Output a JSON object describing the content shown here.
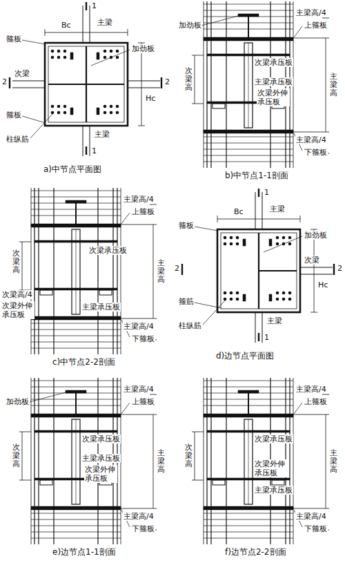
{
  "diagram": {
    "labels": [
      "1",
      "Bc",
      "主梁",
      "箍板",
      "加劲板",
      "次梁",
      "2",
      "2",
      "Hc",
      "箍板",
      "柱纵筋",
      "主梁",
      "1",
      "a)中节点平面图",
      "加劲板",
      "主梁高/4",
      "上箍板",
      "次梁高",
      "次梁承压板",
      "主梁高",
      "主梁承压板",
      "次梁外伸承压板",
      "主梁高/4",
      "下箍板",
      "b)中节点1-1剖面",
      "主梁高/4",
      "上箍板",
      "次梁高",
      "次梁承压板",
      "主梁高",
      "次梁高/4",
      "次梁外伸承压板",
      "主梁承压板",
      "主梁高/4",
      "下箍板",
      "c)中节点2-2剖面",
      "Bc",
      "1",
      "箍板",
      "主梁",
      "加劲板",
      "次梁",
      "Hc",
      "2",
      "2",
      "箍筋",
      "柱纵筋",
      "主梁",
      "1",
      "d)边节点平面图",
      "加劲板",
      "主梁高/4",
      "上箍板",
      "次梁高",
      "次梁承压板",
      "主梁高",
      "主梁承压板",
      "次梁外伸承压板",
      "主梁高/4",
      "下箍板",
      "e)边节点1-1剖面",
      "主梁高/4",
      "上箍板",
      "次梁高",
      "次梁承压板",
      "主梁高",
      "次梁外伸承压板",
      "主梁承压板",
      "主梁高/4",
      "下箍板",
      "f)边节点2-2剖面"
    ]
  }
}
